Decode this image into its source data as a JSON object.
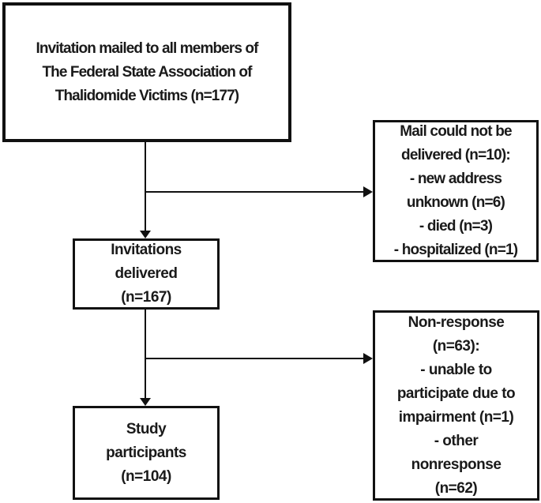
{
  "colors": {
    "background": "#ffffff",
    "ink": "#1a1a1a",
    "border": "#111111"
  },
  "flowchart": {
    "nodes": {
      "invitation_mailed": {
        "text": "Invitation mailed to all members of\nThe Federal State Association of\nThalidomide Victims (n=177)"
      },
      "mail_not_delivered": {
        "text": "Mail could not be\ndelivered (n=10):\n- new address\nunknown (n=6)\n- died (n=3)\n- hospitalized (n=1)"
      },
      "invitations_delivered": {
        "text": "Invitations\ndelivered\n(n=167)"
      },
      "non_response": {
        "text": "Non-response\n(n=63):\n- unable to\nparticipate due to\nimpairment (n=1)\n- other\nnonresponse\n(n=62)"
      },
      "study_participants": {
        "text": "Study\nparticipants\n(n=104)"
      }
    }
  }
}
